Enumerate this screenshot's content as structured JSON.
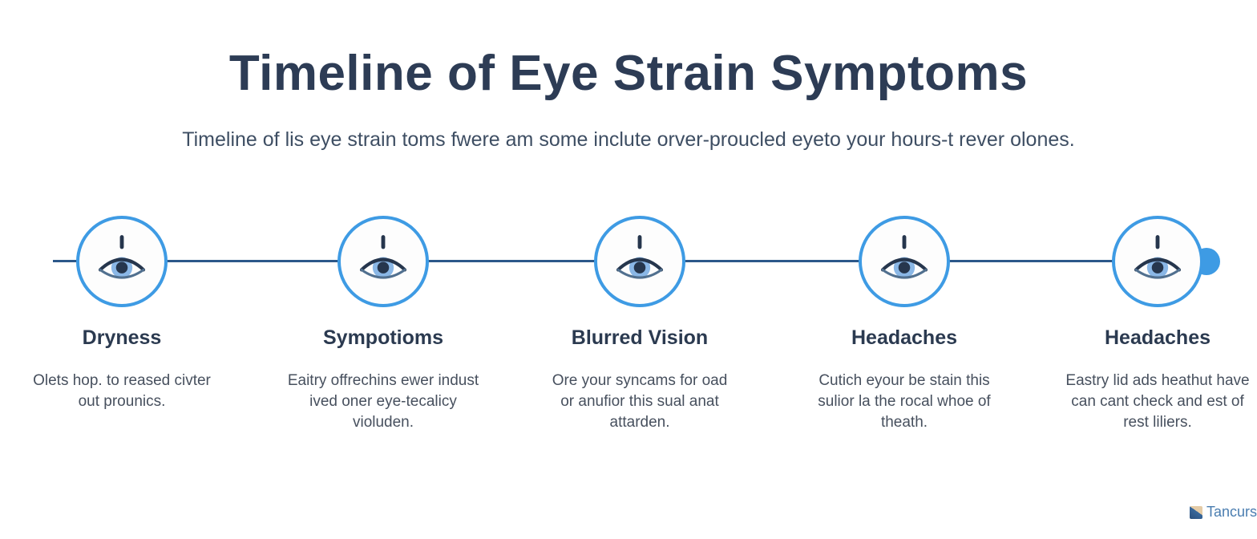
{
  "title": "Timeline of Eye Strain Symptoms",
  "subtitle": "Timeline of lis eye strain toms fwere am some inclute orver-proucled eyeto your hours-t rever olones.",
  "timeline": {
    "icon": "eye-icon",
    "items": [
      {
        "label": "Dryness",
        "description": "Olets hop. to reased civter out prounics."
      },
      {
        "label": "Sympotioms",
        "description": "Eaitry offrechins ewer indust ived oner eye-tecalicy violuden."
      },
      {
        "label": "Blurred Vision",
        "description": "Ore your syncams for oad or anufior this sual anat attarden."
      },
      {
        "label": "Headaches",
        "description": "Cutich eyour be stain this sulior la the rocal whoe of theath."
      },
      {
        "label": "Headaches",
        "description": "Eastry lid ads heathut have can cant check and est of rest liliers."
      }
    ]
  },
  "footer": {
    "brand": "Tancurs"
  },
  "colors": {
    "title": "#2d3c55",
    "subtitle": "#3e4e63",
    "circle_border": "#3e9be4",
    "line": "#2c588a",
    "end_dot": "#3e9be4",
    "iris": "#8ab7e6",
    "pupil": "#26364d",
    "bottom_lid": "#51708f",
    "label": "#2b3a50",
    "description": "#47505e",
    "brand": "#4a7db0"
  }
}
